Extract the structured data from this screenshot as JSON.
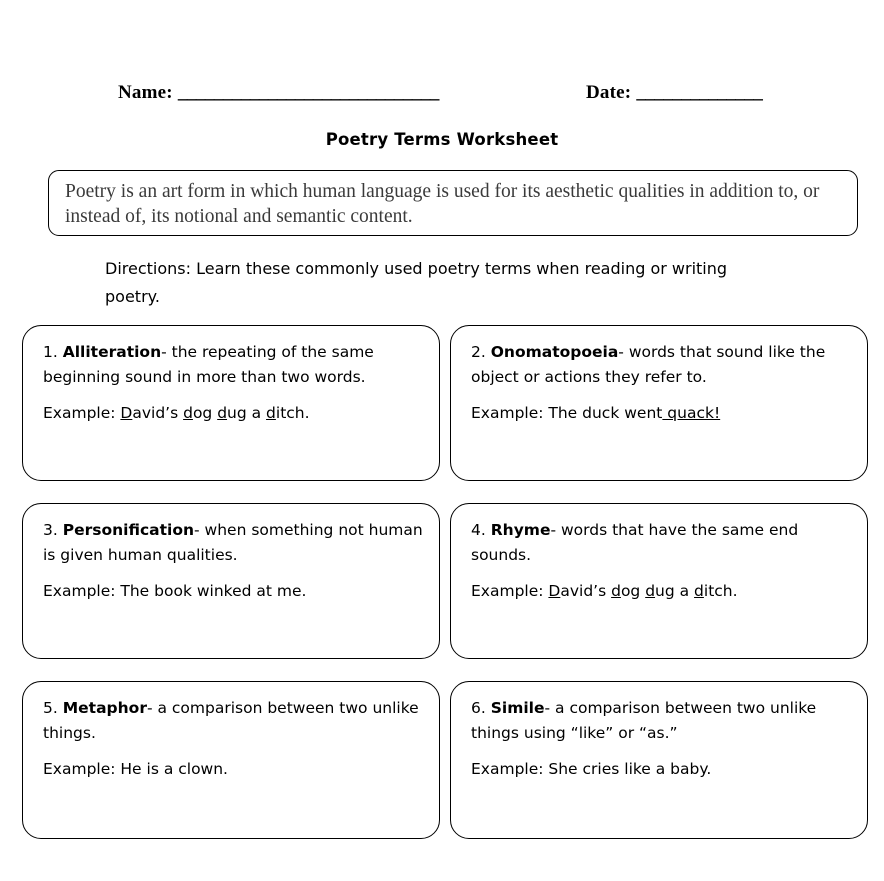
{
  "header": {
    "name_label": "Name:",
    "name_rule": "_____________________________",
    "date_label": "Date:",
    "date_rule": "______________"
  },
  "title": "Poetry Terms Worksheet",
  "definition": "Poetry is an art form in which human language is used for its aesthetic qualities in addition to, or instead of, its notional and semantic content.",
  "directions": "Directions: Learn these commonly used poetry terms when reading or writing poetry.",
  "terms": [
    {
      "number": "1.",
      "name": "Alliteration",
      "definition": "- the repeating of the same beginning sound in more than two words.",
      "example_label": "Example: ",
      "example_parts": [
        {
          "text": "D",
          "underline": true
        },
        {
          "text": "avid’s ",
          "underline": false
        },
        {
          "text": "d",
          "underline": true
        },
        {
          "text": "og ",
          "underline": false
        },
        {
          "text": "d",
          "underline": true
        },
        {
          "text": "ug a ",
          "underline": false
        },
        {
          "text": "d",
          "underline": true
        },
        {
          "text": "itch.",
          "underline": false
        }
      ]
    },
    {
      "number": "2.",
      "name": "Onomatopoeia",
      "definition": "- words that sound like the object or actions they refer to.",
      "example_label": "Example: The duck went",
      "example_parts": [
        {
          "text": " quack!",
          "underline": true
        }
      ]
    },
    {
      "number": "3.",
      "name": "Personification",
      "definition": "- when something not human is given human qualities.",
      "example_label": "Example: The book winked at me.",
      "example_parts": []
    },
    {
      "number": "4.",
      "name": "Rhyme",
      "definition": "- words that have the same end sounds.",
      "example_label": "Example: ",
      "example_parts": [
        {
          "text": "D",
          "underline": true
        },
        {
          "text": "avid’s ",
          "underline": false
        },
        {
          "text": "d",
          "underline": true
        },
        {
          "text": "og ",
          "underline": false
        },
        {
          "text": "d",
          "underline": true
        },
        {
          "text": "ug a ",
          "underline": false
        },
        {
          "text": "d",
          "underline": true
        },
        {
          "text": "itch.",
          "underline": false
        }
      ]
    },
    {
      "number": "5.",
      "name": "Metaphor",
      "definition": "- a comparison between two unlike things.",
      "example_label": "Example: He is a clown.",
      "example_parts": []
    },
    {
      "number": "6.",
      "name": "Simile",
      "definition": "- a comparison between two unlike things using “like” or “as.”",
      "example_label": "Example: She cries like a baby.",
      "example_parts": []
    }
  ]
}
